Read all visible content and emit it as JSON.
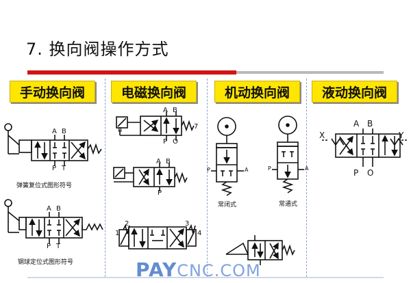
{
  "slide": {
    "title": "7.  换向阀操作方式",
    "watermark": {
      "main": "PAY",
      "sub": "CNC.COM"
    }
  },
  "columns": [
    {
      "header": "手动换向阀",
      "labels": [
        "弹簧复位式图形符号",
        "钢球定位式图形符号"
      ]
    },
    {
      "header": "电磁换向阀",
      "labels": []
    },
    {
      "header": "机动换向阀",
      "labels": [
        "常闭式",
        "常通式"
      ]
    },
    {
      "header": "液动换向阀",
      "labels": []
    }
  ],
  "port_letters": {
    "A": "A",
    "B": "B",
    "P": "P",
    "T": "T",
    "O": "O",
    "X": "X",
    "Y": "Y"
  },
  "numbers": {
    "n8": "8",
    "n7": "7",
    "n1": "1",
    "n2": "2",
    "n3": "3",
    "n4": "4"
  },
  "colors": {
    "header_bg": "#ffe600",
    "accent_red": "#d21414",
    "line": "#111111"
  }
}
